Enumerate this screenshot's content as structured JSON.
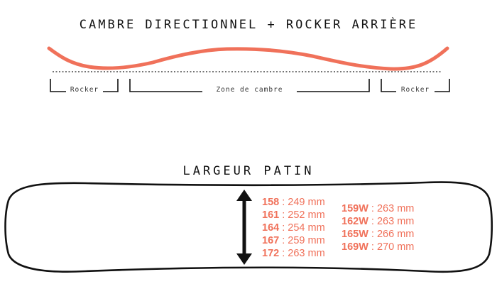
{
  "camber": {
    "title": "CAMBRE DIRECTIONNEL + ROCKER ARRIÈRE",
    "zones": [
      {
        "label": "Rocker"
      },
      {
        "label": "Zone de cambre"
      },
      {
        "label": "Rocker"
      }
    ]
  },
  "waist": {
    "title": "LARGEUR PATIN",
    "sizes_left": [
      {
        "size": "158",
        "width": "249 mm"
      },
      {
        "size": "161",
        "width": "252 mm"
      },
      {
        "size": "164",
        "width": "254 mm"
      },
      {
        "size": "167",
        "width": "259 mm"
      },
      {
        "size": "172",
        "width": "263 mm"
      }
    ],
    "sizes_right": [
      {
        "size": "159W",
        "width": "263 mm"
      },
      {
        "size": "162W",
        "width": "263 mm"
      },
      {
        "size": "165W",
        "width": "266 mm"
      },
      {
        "size": "169W",
        "width": "270 mm"
      }
    ],
    "separator": " : "
  },
  "colors": {
    "profile": "#f0715a",
    "size_text": "#f0715a",
    "outline": "#111111"
  }
}
